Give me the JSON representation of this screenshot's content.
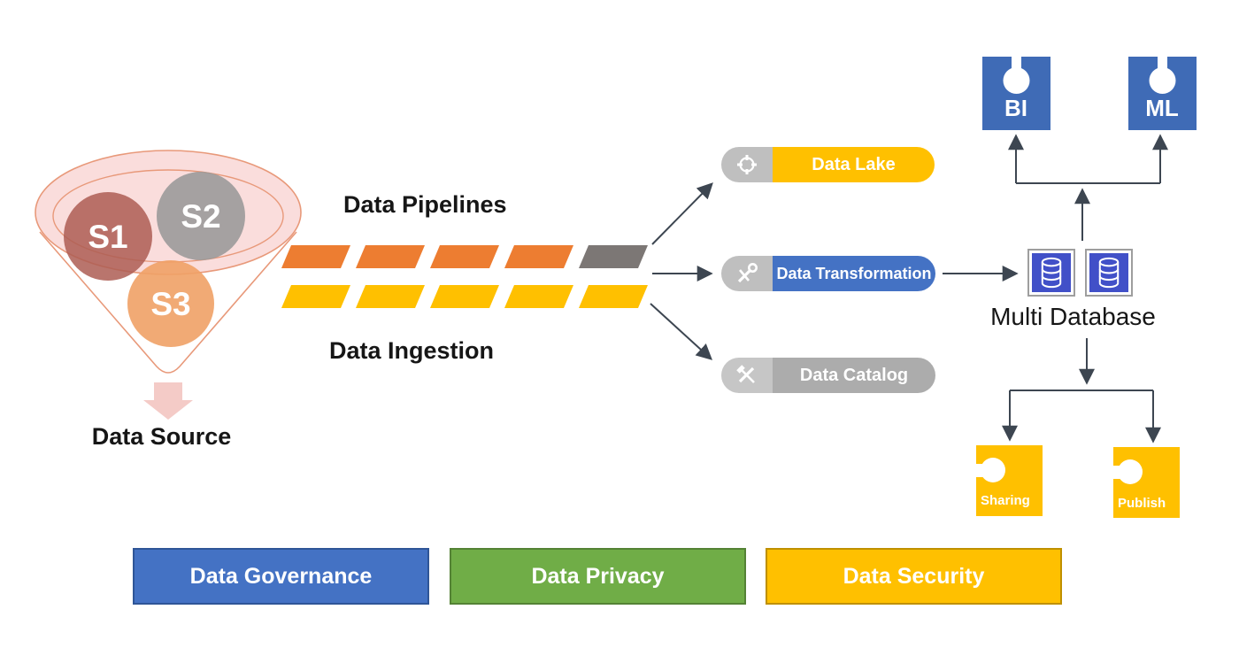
{
  "funnel": {
    "caption": "Data Source",
    "sources": [
      {
        "label": "S1",
        "color": "#AD5D53"
      },
      {
        "label": "S2",
        "color": "#999999"
      },
      {
        "label": "S3",
        "color": "#F0A166"
      }
    ],
    "outline_color": "#E8997A",
    "fill_color": "#FADDDC"
  },
  "pipelines": {
    "top_label": "Data Pipelines",
    "bottom_label": "Data Ingestion",
    "top_row_colors": {
      "segment": "#ED7D31",
      "last_segment": "#7C7775"
    },
    "bottom_row_colors": {
      "segment": "#FFC000"
    },
    "segments_per_row": 5
  },
  "pills": {
    "data_lake": {
      "label": "Data Lake",
      "color": "#FFC000",
      "icon": "target-icon"
    },
    "data_transformation": {
      "label": "Data Transformation",
      "color": "#4472C4",
      "icon": "tools-icon"
    },
    "data_catalog": {
      "label": "Data Catalog",
      "color": "#ACACAC",
      "icon": "hammer-wrench-icon"
    }
  },
  "database": {
    "label": "Multi Database",
    "icon_color": "#4150C8"
  },
  "outputs_top": [
    {
      "label": "BI",
      "color": "#3F6BB6"
    },
    {
      "label": "ML",
      "color": "#3F6BB6"
    }
  ],
  "outputs_bottom": [
    {
      "label": "Sharing",
      "color": "#FFC000"
    },
    {
      "label": "Publish",
      "color": "#FFC000"
    }
  ],
  "governance_bars": [
    {
      "label": "Data Governance",
      "color": "#4472C4"
    },
    {
      "label": "Data Privacy",
      "color": "#70AD47"
    },
    {
      "label": "Data Security",
      "color": "#FFC000"
    }
  ],
  "connector_color": "#3D4651"
}
